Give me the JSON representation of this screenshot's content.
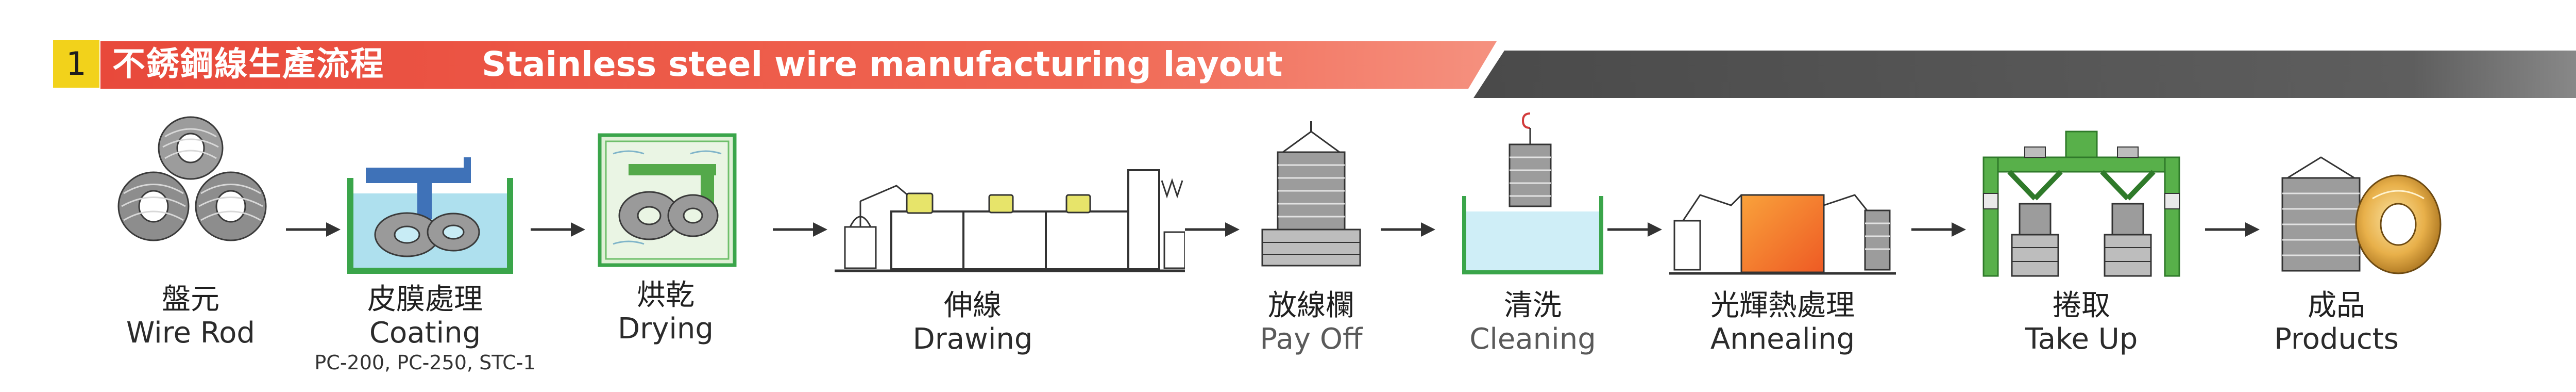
{
  "header": {
    "step_number": "1",
    "title_zh": "不銹鋼線生產流程",
    "title_en": "Stainless steel wire manufacturing layout",
    "colors": {
      "red": "#ee5c49",
      "dark": "#555555",
      "yellow": "#f2d21b"
    }
  },
  "steps": [
    {
      "name_zh": "盤元",
      "name_en": "Wire Rod",
      "icon": "wire-rod-coils-icon"
    },
    {
      "name_zh": "皮膜處理",
      "name_en": "Coating",
      "models": "PC-200, PC-250, STC-1",
      "icon": "coating-tank-icon"
    },
    {
      "name_zh": "烘乾",
      "name_en": "Drying",
      "icon": "drying-oven-icon"
    },
    {
      "name_zh": "伸線",
      "name_en": "Drawing",
      "icon": "wire-drawing-machine-icon"
    },
    {
      "name_zh": "放線欄",
      "name_en": "Pay Off",
      "icon": "pay-off-stand-icon"
    },
    {
      "name_zh": "清洗",
      "name_en": "Cleaning",
      "icon": "cleaning-tank-icon"
    },
    {
      "name_zh": "光輝熱處理",
      "name_en": "Annealing",
      "icon": "annealing-furnace-icon"
    },
    {
      "name_zh": "捲取",
      "name_en": "Take Up",
      "icon": "take-up-machine-icon"
    },
    {
      "name_zh": "成品",
      "name_en": "Products",
      "icon": "finished-products-icon"
    }
  ]
}
